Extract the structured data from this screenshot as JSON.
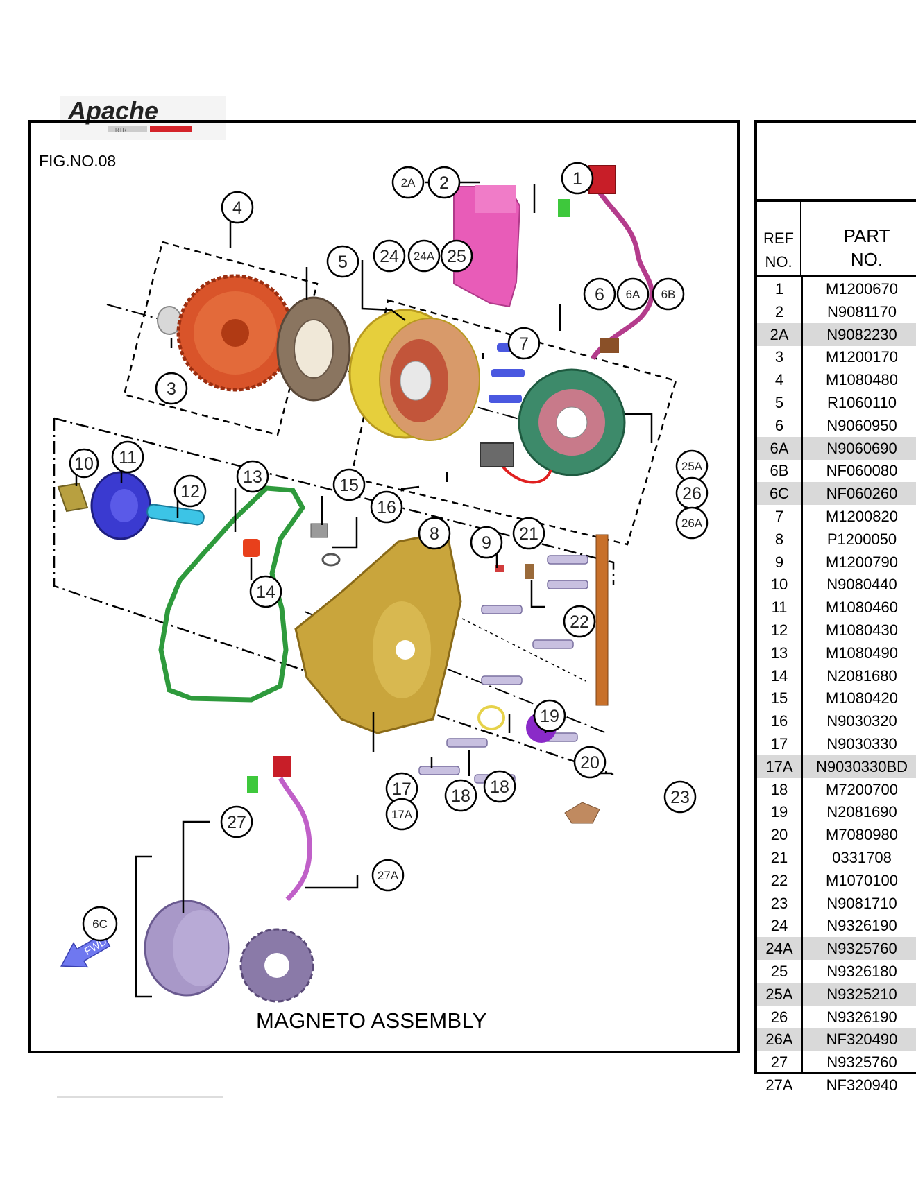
{
  "brand": {
    "logo_text": "Apache",
    "logo_sub": "RTR"
  },
  "diagram": {
    "fig_no": "FIG.NO.08",
    "title": "MAGNETO ASSEMBLY",
    "fwd_label": "FWD",
    "callouts": [
      "1",
      "2",
      "2A",
      "3",
      "4",
      "5",
      "6",
      "6A",
      "6B",
      "6C",
      "7",
      "8",
      "9",
      "10",
      "11",
      "12",
      "13",
      "14",
      "15",
      "16",
      "17",
      "17A",
      "18",
      "18",
      "19",
      "20",
      "21",
      "22",
      "23",
      "24",
      "24A",
      "25",
      "25A",
      "26",
      "26A",
      "27",
      "27A"
    ]
  },
  "table": {
    "header_ref": [
      "REF",
      "NO."
    ],
    "header_part": [
      "PART",
      "NO."
    ],
    "rows": [
      {
        "ref": "1",
        "part": "M1200670",
        "shade": false
      },
      {
        "ref": "2",
        "part": "N9081170",
        "shade": false
      },
      {
        "ref": "2A",
        "part": "N9082230",
        "shade": true
      },
      {
        "ref": "3",
        "part": "M1200170",
        "shade": false
      },
      {
        "ref": "4",
        "part": "M1080480",
        "shade": false
      },
      {
        "ref": "5",
        "part": "R1060110",
        "shade": false
      },
      {
        "ref": "6",
        "part": "N9060950",
        "shade": false
      },
      {
        "ref": "6A",
        "part": "N9060690",
        "shade": true
      },
      {
        "ref": "6B",
        "part": "NF060080",
        "shade": false
      },
      {
        "ref": "6C",
        "part": "NF060260",
        "shade": true
      },
      {
        "ref": "7",
        "part": "M1200820",
        "shade": false
      },
      {
        "ref": "8",
        "part": "P1200050",
        "shade": false
      },
      {
        "ref": "9",
        "part": "M1200790",
        "shade": false
      },
      {
        "ref": "10",
        "part": "N9080440",
        "shade": false
      },
      {
        "ref": "11",
        "part": "M1080460",
        "shade": false
      },
      {
        "ref": "12",
        "part": "M1080430",
        "shade": false
      },
      {
        "ref": "13",
        "part": "M1080490",
        "shade": false
      },
      {
        "ref": "14",
        "part": "N2081680",
        "shade": false
      },
      {
        "ref": "15",
        "part": "M1080420",
        "shade": false
      },
      {
        "ref": "16",
        "part": "N9030320",
        "shade": false
      },
      {
        "ref": "17",
        "part": "N9030330",
        "shade": false
      },
      {
        "ref": "17A",
        "part": "N9030330BD",
        "shade": true
      },
      {
        "ref": "18",
        "part": "M7200700",
        "shade": false
      },
      {
        "ref": "19",
        "part": "N2081690",
        "shade": false
      },
      {
        "ref": "20",
        "part": "M7080980",
        "shade": false
      },
      {
        "ref": "21",
        "part": "0331708",
        "shade": false
      },
      {
        "ref": "22",
        "part": "M1070100",
        "shade": false
      },
      {
        "ref": "23",
        "part": "N9081710",
        "shade": false
      },
      {
        "ref": "24",
        "part": "N9326190",
        "shade": false
      },
      {
        "ref": "24A",
        "part": "N9325760",
        "shade": true
      },
      {
        "ref": "25",
        "part": "N9326180",
        "shade": false
      },
      {
        "ref": "25A",
        "part": "N9325210",
        "shade": true
      },
      {
        "ref": "26",
        "part": "N9326190",
        "shade": false
      },
      {
        "ref": "26A",
        "part": "NF320490",
        "shade": true
      },
      {
        "ref": "27",
        "part": "N9325760",
        "shade": false
      },
      {
        "ref": "27A",
        "part": "NF320940",
        "shade": false
      }
    ]
  },
  "colors": {
    "flywheel_gear": "#d9542a",
    "rotor": "#e6cf3c",
    "cover": "#c9a53c",
    "gasket": "#2e9a3c",
    "stator": "#3d8a6a",
    "harness_pink": "#b43c8c",
    "cover_pink": "#e85cb8",
    "pulley_blue": "#3a3ad0",
    "pin_cyan": "#3cc4e6",
    "alt_rotor": "#a898c8",
    "fwd_arrow": "#6f78f0"
  }
}
